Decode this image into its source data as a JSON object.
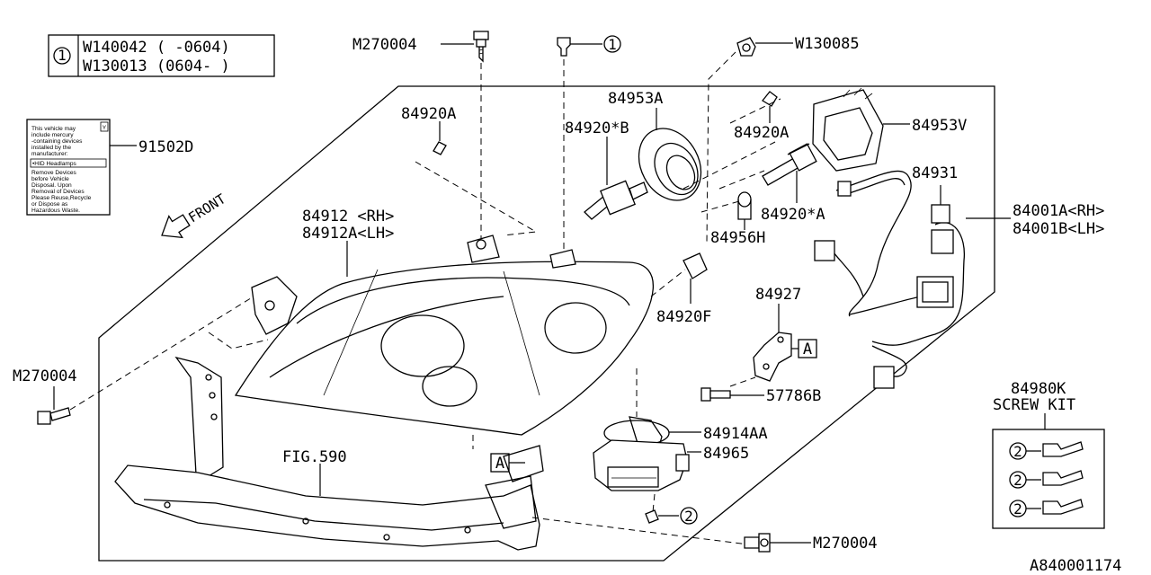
{
  "legend": {
    "marker": "1",
    "line1": "W140042 ( -0604)",
    "line2": "W130013 (0604- )"
  },
  "warning_label": {
    "header_mark": "Y",
    "lines": [
      "This vehicle may",
      "include mercury",
      "-containing devices",
      "installed by the",
      "manufacturer:"
    ],
    "boxed": "•HID Headlamps",
    "lines2": [
      "Remove Devices",
      "before Vehicle",
      "Disposal. Upon",
      "Removal of Devices",
      "Please Reuse,Recycle",
      "or Dispose as",
      "Hazardous Waste."
    ]
  },
  "front_label": "FRONT",
  "callouts": {
    "m270004_top": "M270004",
    "circle1_ref": "1",
    "w130085": "W130085",
    "p84920a_left": "84920A",
    "p84953a": "84953A",
    "p84920b": "84920*B",
    "p91502d": "91502D",
    "p84920a_right": "84920A",
    "p84953v": "84953V",
    "p84931": "84931",
    "p84001a": "84001A<RH>",
    "p84001b": "84001B<LH>",
    "p84920_star_a": "84920*A",
    "p84956h": "84956H",
    "p84912_rh": "84912 <RH>",
    "p84912a_lh": "84912A<LH>",
    "p84920f": "84920F",
    "p84927": "84927",
    "ref_a_right": "A",
    "p57786b": "57786B",
    "m270004_left": "M270004",
    "p84914aa": "84914AA",
    "p84965": "84965",
    "fig590": "FIG.590",
    "ref_a_left": "A",
    "circle2_ballast": "2",
    "m270004_bottom": "M270004",
    "p84980k": "84980K",
    "screw_kit": "SCREW KIT",
    "kit_marks": [
      "2",
      "2",
      "2"
    ]
  },
  "footer": {
    "diagram_code": "A840001174"
  }
}
